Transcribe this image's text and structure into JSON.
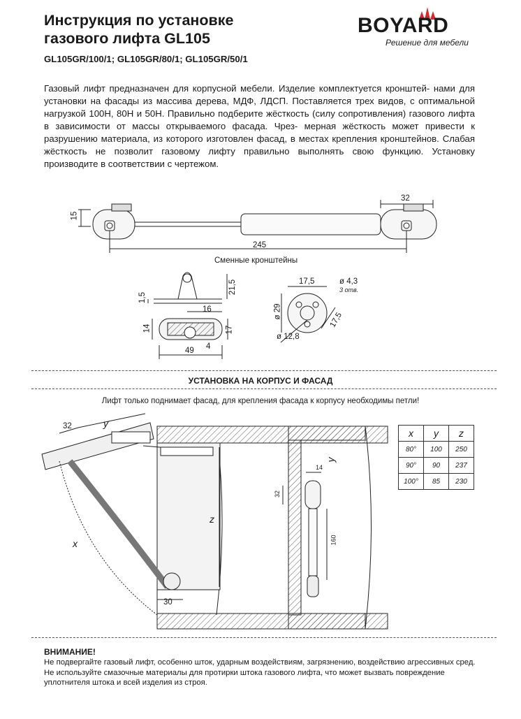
{
  "header": {
    "title_line1": "Инструкция по установке",
    "title_line2": "газового лифта GL105",
    "models": "GL105GR/100/1; GL105GR/80/1; GL105GR/50/1",
    "logo_text": "BOYARD",
    "slogan": "Решение для мебели"
  },
  "intro": "Газовый лифт предназначен для корпусной мебели. Изделие комплектуется кронштей- нами для установки на фасады из массива дерева, МДФ, ЛДСП. Поставляется трех видов, с оптимальной нагрузкой 100Н, 80Н и 50Н. Правильно подберите жёсткость (силу сопротивления) газового лифта в зависимости от массы открываемого фасада. Чрез- мерная жёсткость может привести к разрушению материала, из которого изготовлен фасад, в местах крепления кронштейнов. Слабая жёсткость не позволит газовому лифту правильно выполнять свою функцию. Установку производите в соответствии с чертежом.",
  "lift_drawing": {
    "dim_height": "15",
    "dim_end": "32",
    "dim_length": "245"
  },
  "brackets": {
    "caption": "Сменные кронштейны",
    "dim_1_5": "1,5",
    "dim_21_5": "21,5",
    "dim_16": "16",
    "dim_14": "14",
    "dim_17": "17",
    "dim_4": "4",
    "dim_49": "49",
    "dim_17_5_top": "17,5",
    "dim_4_3": "ø 4,3",
    "holes": "3 отв.",
    "dim_29": "ø 29",
    "dim_17_5_side": "17,5",
    "dim_12_8": "ø 12,8"
  },
  "install": {
    "section_title": "УСТАНОВКА НА КОРПУС И ФАСАД",
    "note": "Лифт только поднимает фасад, для крепления фасада к корпусу необходимы петли!",
    "left_dim_32": "32",
    "left_y": "y",
    "left_z": "z",
    "left_x": "x",
    "left_dim_30": "30",
    "right_dim_14": "14",
    "right_y": "y",
    "right_dim_32": "32",
    "right_dim_160": "160"
  },
  "table": {
    "headers": [
      "x",
      "y",
      "z"
    ],
    "rows": [
      [
        "80°",
        "100",
        "250"
      ],
      [
        "90°",
        "90",
        "237"
      ],
      [
        "100°",
        "85",
        "230"
      ]
    ]
  },
  "warning": {
    "title": "ВНИМАНИЕ!",
    "text": "Не подвергайте газовый лифт, особенно шток, ударным воздействиям, загрязнению, воздействию агрессивных сред. Не используйте смазочные материалы для протирки штока газового лифта, что может вызвать повреждение уплотнителя штока и всей изделия из строя."
  },
  "colors": {
    "logo_flame": "#d9262c",
    "text": "#1a1a1a"
  }
}
